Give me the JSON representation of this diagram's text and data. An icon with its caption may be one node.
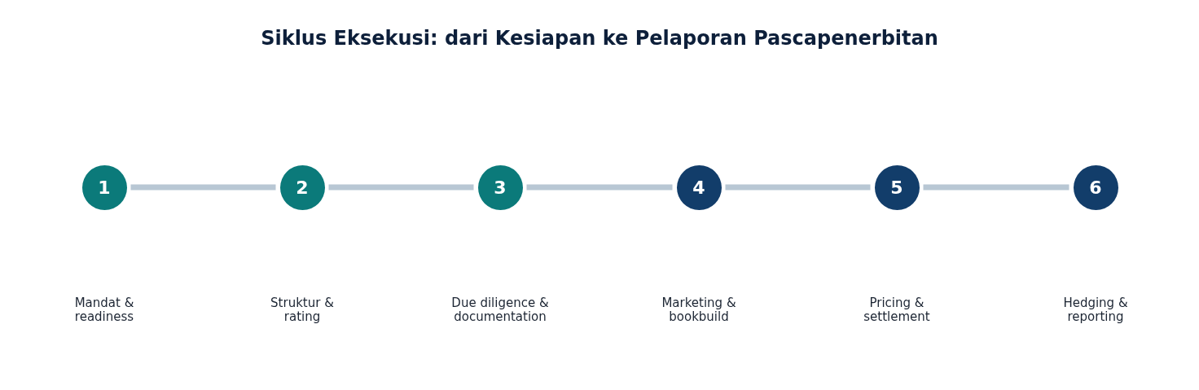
{
  "diagram": {
    "title": "Siklus Eksekusi: dari Kesiapan ke Pelaporan Pascapenerbitan",
    "nodes": [
      {
        "text": [
          "1"
        ]
      },
      {
        "text": [
          "2"
        ]
      },
      {
        "text": [
          "3"
        ]
      },
      {
        "text": [
          "4"
        ]
      },
      {
        "text": [
          "5"
        ]
      },
      {
        "text": [
          "6"
        ]
      }
    ],
    "edges": [
      {
        "from": 0,
        "to": 1,
        "arrow": "none"
      },
      {
        "from": 1,
        "to": 2,
        "arrow": "none"
      },
      {
        "from": 2,
        "to": 3,
        "arrow": "none"
      },
      {
        "from": 3,
        "to": 4,
        "arrow": "none"
      },
      {
        "from": 4,
        "to": 5,
        "arrow": "none"
      }
    ],
    "labels": [
      "Mandat & readiness",
      "Struktur & rating",
      "Due diligence & documentation",
      "Marketing & bookbuild",
      "Pricing & settlement",
      "Hedging & reporting"
    ]
  }
}
